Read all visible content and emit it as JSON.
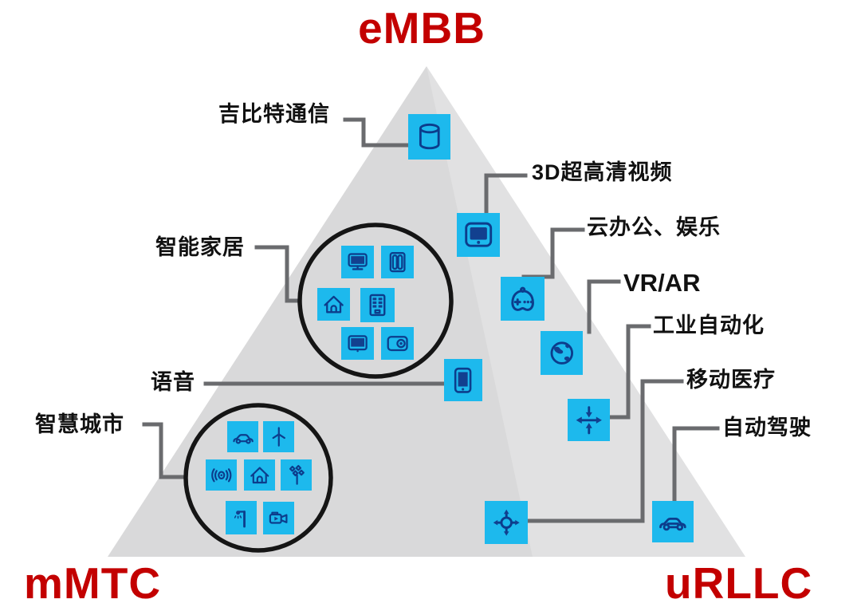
{
  "corners": {
    "top": "eMBB",
    "bottom_left": "mMTC",
    "bottom_right": "uRLLC"
  },
  "use_cases": {
    "gigabit_comm": {
      "label": "吉比特通信",
      "icon": "database-icon"
    },
    "uhd_video_3d": {
      "label": "3D超高清视频",
      "icon": "monitor-icon"
    },
    "cloud_office": {
      "label": "云办公、娱乐",
      "icon": "gamepad-icon"
    },
    "vr_ar": {
      "label": "VR/AR",
      "icon": "globe-icon"
    },
    "industrial_auto": {
      "label": "工业自动化",
      "icon": "arrows-compress-icon"
    },
    "mobile_healthcare": {
      "label": "移动医疗",
      "icon": "hub-arrows-icon"
    },
    "autonomous_driving": {
      "label": "自动驾驶",
      "icon": "car-icon"
    },
    "smart_home": {
      "label": "智能家居",
      "icons": [
        "desktop-monitor-icon",
        "fridge-icon",
        "house-icon",
        "appliance-grid-icon",
        "tablet-tv-icon",
        "camera-box-icon"
      ]
    },
    "voice": {
      "label": "语音",
      "icon": "smartphone-icon"
    },
    "smart_city": {
      "label": "智慧城市",
      "icons": [
        "mini-car-icon",
        "wind-turbine-icon",
        "sensor-icon",
        "mini-house-icon",
        "nodes-icon",
        "street-lamp-icon",
        "videocam-icon"
      ]
    }
  },
  "colors": {
    "corner_red": "#c30000",
    "icon_box_cyan": "#1db9ed",
    "icon_stroke_navy": "#0c3d8c",
    "triangle_gray": "#d9d9da",
    "connector_gray": "#6a6b6e",
    "cluster_ring_black": "#151515"
  }
}
